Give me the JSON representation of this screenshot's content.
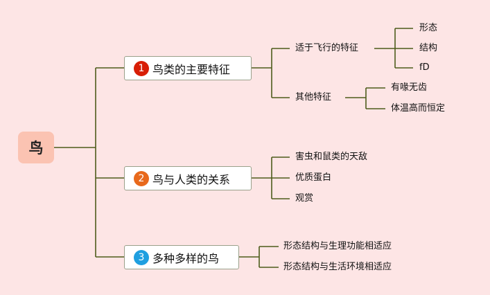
{
  "root": {
    "label": "鸟"
  },
  "branches": [
    {
      "number": "1",
      "badge_color": "#d81e06",
      "label": "鸟类的主要特征",
      "children": [
        {
          "label": "适于飞行的特征",
          "children": [
            "形态",
            "结构",
            "fD"
          ]
        },
        {
          "label": "其他特征",
          "children": [
            "有喙无齿",
            "体温高而恒定"
          ]
        }
      ]
    },
    {
      "number": "2",
      "badge_color": "#e8691c",
      "label": "鸟与人类的关系",
      "children": [
        "害虫和鼠类的天敌",
        "优质蛋白",
        "观赏"
      ]
    },
    {
      "number": "3",
      "badge_color": "#1f9fe0",
      "label": "多种多样的鸟",
      "children": [
        "形态结构与生理功能相适应",
        "形态结构与生活环境相适应"
      ]
    }
  ],
  "line_color": "#4d5b1a"
}
